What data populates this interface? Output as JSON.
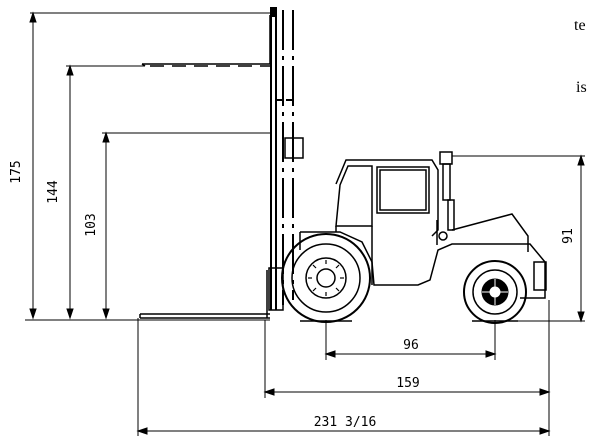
{
  "dimensions": {
    "total_height": "175",
    "mid_height": "144",
    "low_height": "103",
    "cab_height": "91",
    "wheelbase": "96",
    "overall_length": "159",
    "length_with_forks": "231 3/16"
  },
  "side_text": {
    "line1": "te",
    "line2": "is"
  }
}
